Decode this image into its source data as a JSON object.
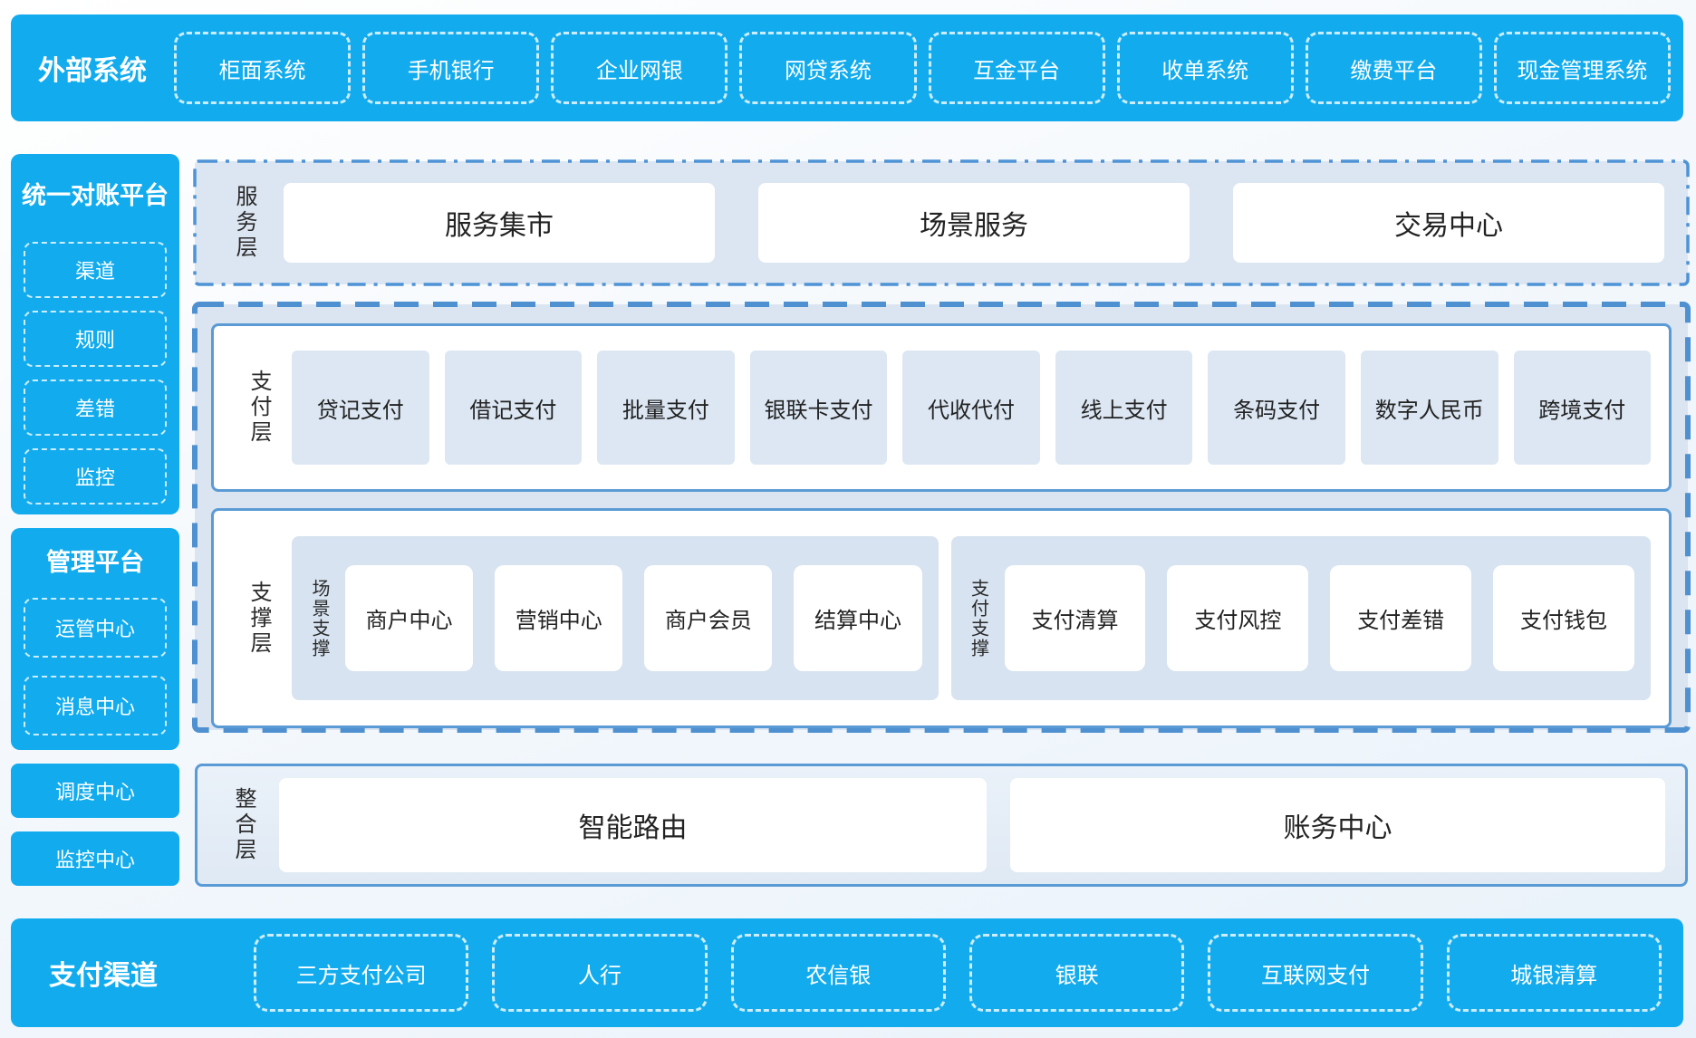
{
  "colors": {
    "primary_blue": "#12acee",
    "section_bg": "#dce6f2",
    "node_bg": "#dce7f3",
    "subgroup_bg": "#d7e3f0",
    "dashed_border_blue": "#4e90d0",
    "solid_border_blue": "#5b9bd5",
    "text_dark": "#222222",
    "text_white": "#ffffff"
  },
  "top_bar": {
    "label": "外部系统",
    "items": [
      "柜面系统",
      "手机银行",
      "企业网银",
      "网贷系统",
      "互金平台",
      "收单系统",
      "缴费平台",
      "现金管理系统"
    ]
  },
  "left": {
    "reconciliation": {
      "title": "统一对账平台",
      "items": [
        "渠道",
        "规则",
        "差错",
        "监控"
      ]
    },
    "management": {
      "title": "管理平台",
      "items": [
        "运管中心",
        "消息中心"
      ]
    },
    "scheduling_center": "调度中心",
    "monitoring_center": "监控中心"
  },
  "layers": {
    "service": {
      "label": "服务层",
      "items": [
        "服务集市",
        "场景服务",
        "交易中心"
      ]
    },
    "payment": {
      "label": "支付层",
      "items": [
        "贷记支付",
        "借记支付",
        "批量支付",
        "银联卡支付",
        "代收代付",
        "线上支付",
        "条码支付",
        "数字人民币",
        "跨境支付"
      ]
    },
    "support": {
      "label": "支撑层",
      "groups": [
        {
          "label": "场景支撑",
          "items": [
            "商户中心",
            "营销中心",
            "商户会员",
            "结算中心"
          ]
        },
        {
          "label": "支付支撑",
          "items": [
            "支付清算",
            "支付风控",
            "支付差错",
            "支付钱包"
          ]
        }
      ]
    },
    "integration": {
      "label": "整合层",
      "items": [
        "智能路由",
        "账务中心"
      ]
    }
  },
  "bottom_bar": {
    "label": "支付渠道",
    "items": [
      "三方支付公司",
      "人行",
      "农信银",
      "银联",
      "互联网支付",
      "城银清算"
    ]
  }
}
